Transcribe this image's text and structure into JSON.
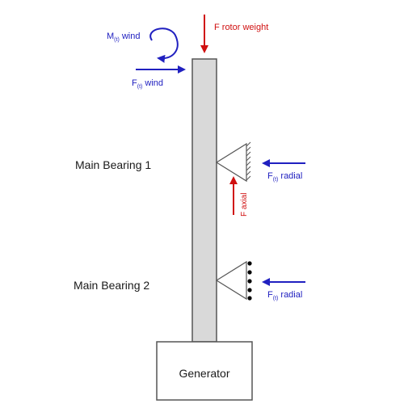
{
  "labels": {
    "rotor_weight": "F rotor weight",
    "moment_wind_main": "M",
    "moment_wind_sub": "(t)",
    "moment_wind_suffix": " wind",
    "force_wind_main": "F",
    "force_wind_sub": "(t)",
    "force_wind_suffix": " wind",
    "bearing1": "Main Bearing 1",
    "bearing2": "Main Bearing 2",
    "radial1_main": "F",
    "radial1_sub": "(t)",
    "radial1_suffix": " radial",
    "radial2_main": "F",
    "radial2_sub": "(t)",
    "radial2_suffix": " radial",
    "axial": "F axial",
    "generator": "Generator"
  },
  "colors": {
    "shaft_fill": "#d9d9d9",
    "outline": "#555555",
    "force_red": "#d01010",
    "force_blue": "#2020c0",
    "text": "#1a1a1a"
  }
}
